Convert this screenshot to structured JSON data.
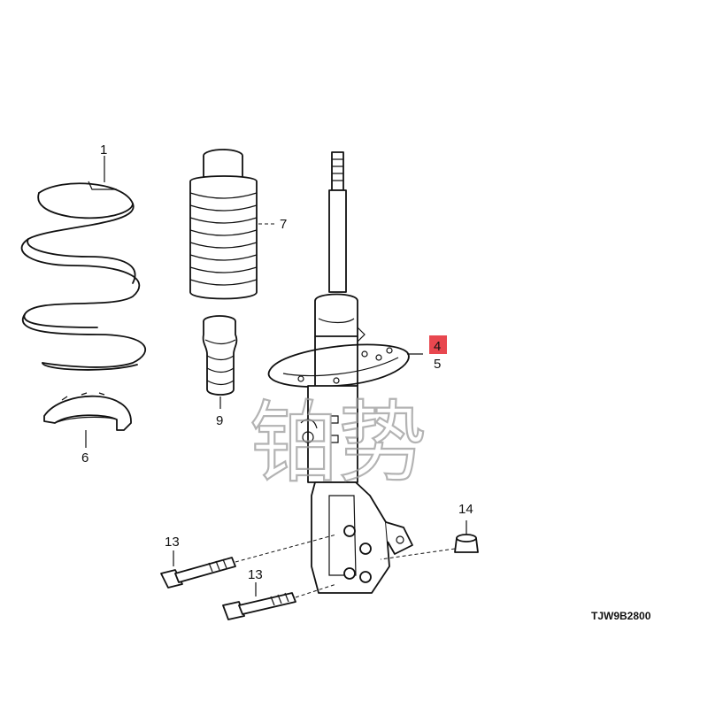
{
  "callouts": {
    "spring": "1",
    "dust_boot": "7",
    "bump_stop": "9",
    "lower_insulator": "6",
    "part_4": "4",
    "part_5": "5",
    "flange_nut": "14",
    "bolt_upper": "13",
    "bolt_lower": "13"
  },
  "highlight_color": "#e8474f",
  "diagram_code": "TJW9B2800",
  "watermark": "铂势"
}
